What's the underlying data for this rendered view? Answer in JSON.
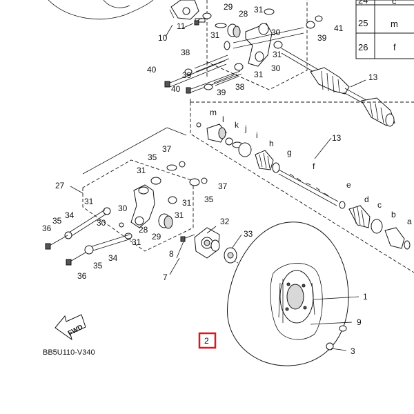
{
  "diagram_code": "BB5U110-V340",
  "fwd_label": "FWD",
  "legend": [
    {
      "num": "24",
      "letter": "c"
    },
    {
      "num": "25",
      "letter": "m"
    },
    {
      "num": "26",
      "letter": "f"
    }
  ],
  "callouts": {
    "c1": "1",
    "c2": "2",
    "c3": "3",
    "c7": "7",
    "c8": "8",
    "c9": "9",
    "c10": "10",
    "c11": "11",
    "c13a": "13",
    "c13b": "13",
    "c27": "27",
    "c28a": "28",
    "c28b": "28",
    "c29a": "29",
    "c29b": "29",
    "c30a": "30",
    "c30b": "30",
    "c30c": "30",
    "c30d": "30",
    "c31a": "31",
    "c31b": "31",
    "c31c": "31",
    "c31d": "31",
    "c31e": "31",
    "c31f": "31",
    "c31g": "31",
    "c31h": "31",
    "c31i": "31",
    "c32": "32",
    "c33": "33",
    "c34a": "34",
    "c34b": "34",
    "c35a": "35",
    "c35b": "35",
    "c35c": "35",
    "c35d": "35",
    "c36a": "36",
    "c36b": "36",
    "c37a": "37",
    "c37b": "37",
    "c38a": "38",
    "c38b": "38",
    "c39a": "39",
    "c39b": "39",
    "c39c": "39",
    "c40a": "40",
    "c40b": "40",
    "c41": "41",
    "la": "a",
    "lb": "b",
    "lc": "c",
    "ld": "d",
    "le": "e",
    "lf": "f",
    "lg": "g",
    "lh": "h",
    "li": "i",
    "lj": "j",
    "lk": "k",
    "ll": "l",
    "lm": "m"
  },
  "highlight_color": "#e0141e"
}
